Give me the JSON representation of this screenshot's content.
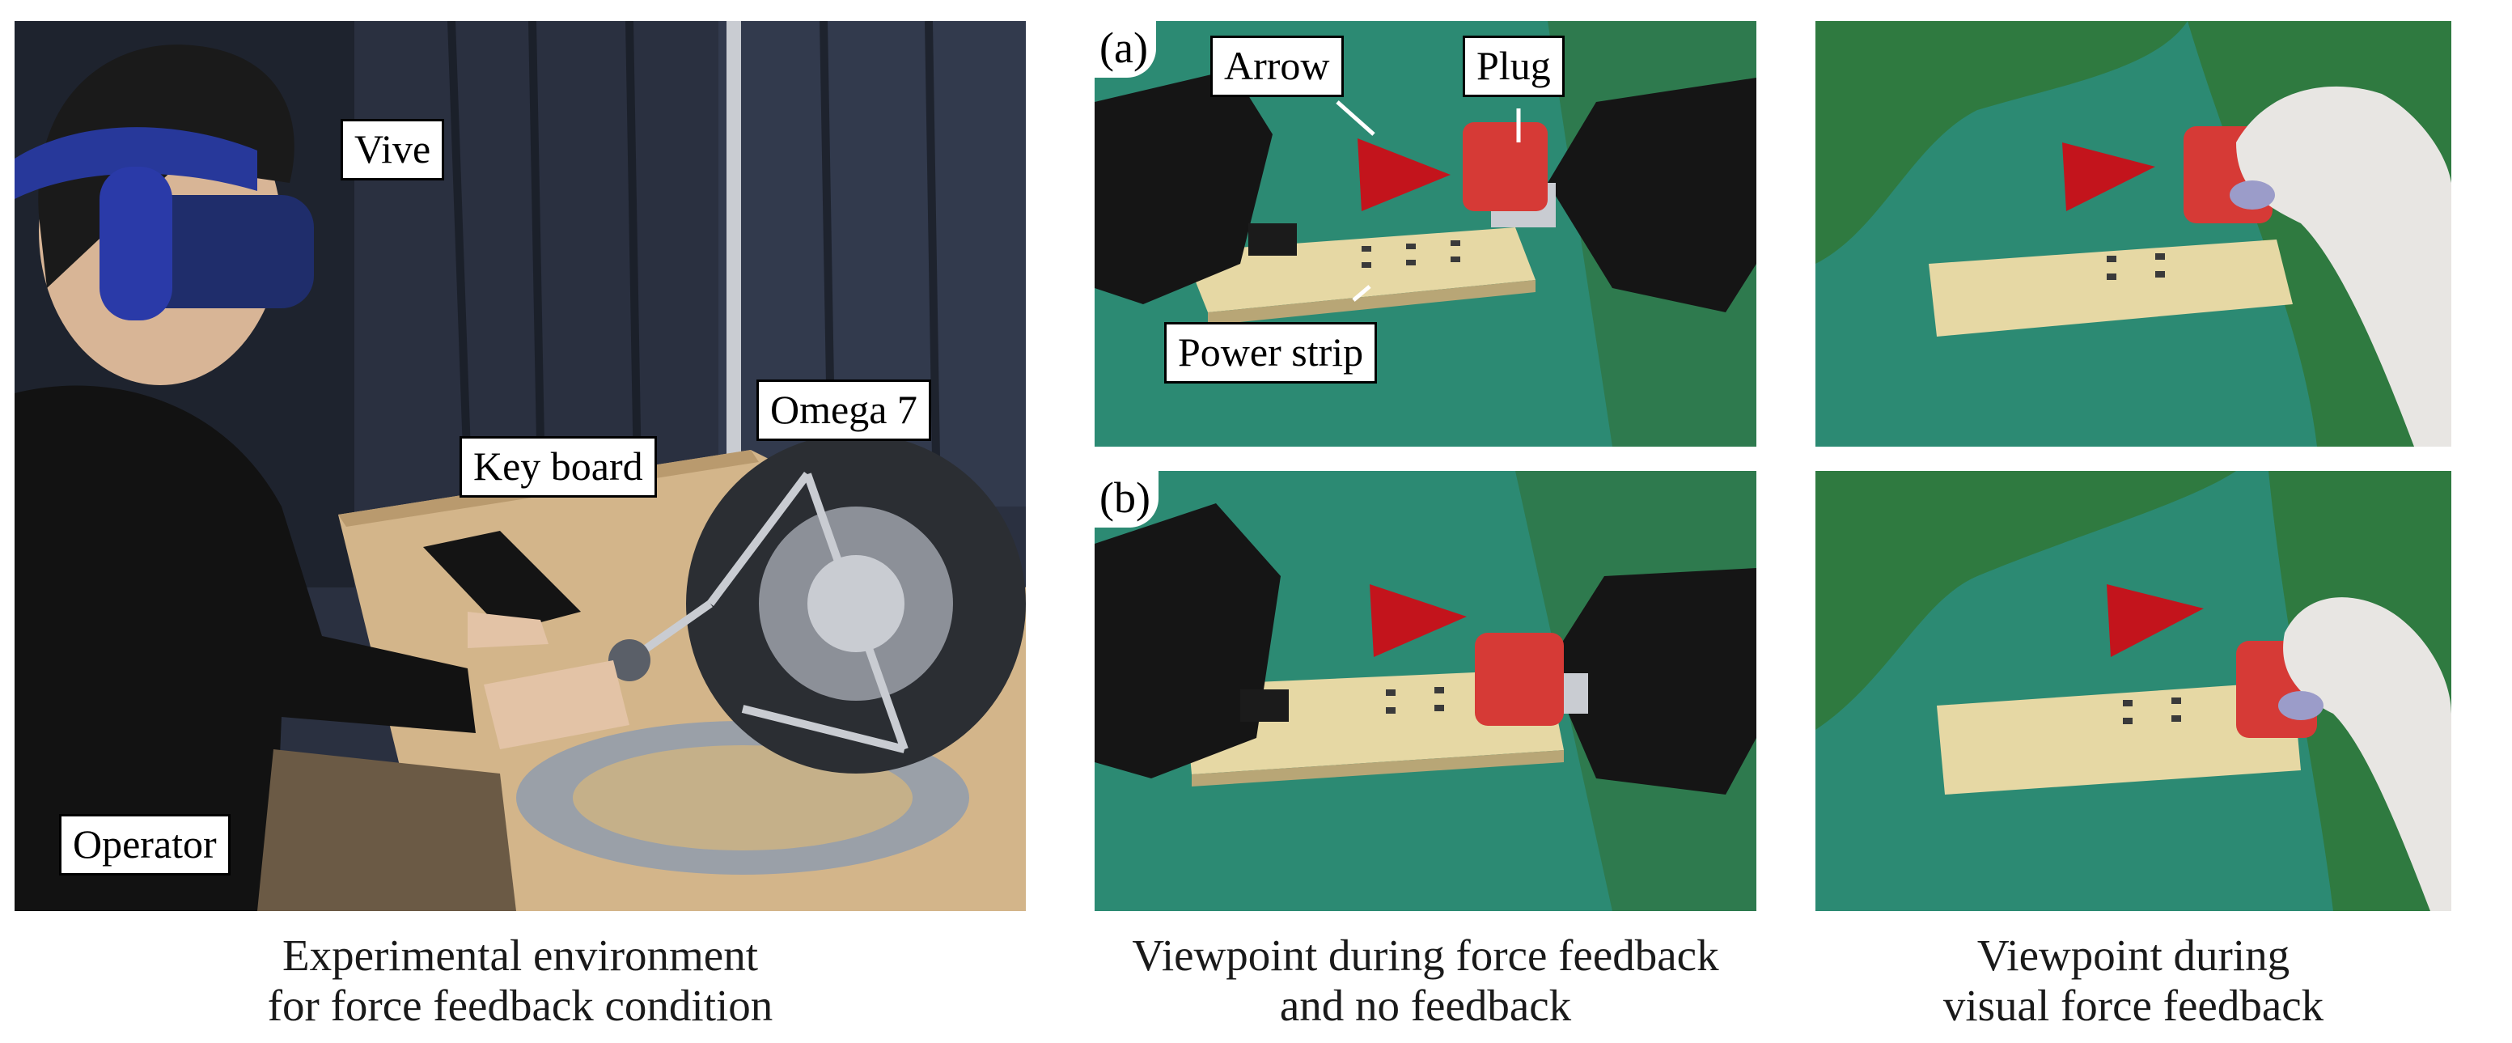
{
  "environment_panel": {
    "labels": {
      "vive": "Vive",
      "omega": "Omega 7",
      "keyboard": "Key board",
      "operator": "Operator"
    }
  },
  "viewpoint_panels": {
    "a": {
      "tag": "(a)",
      "labels": {
        "arrow": "Arrow",
        "plug": "Plug",
        "power_strip": "Power strip"
      }
    },
    "b": {
      "tag": "(b)"
    }
  },
  "captions": {
    "left": [
      "Experimental environment",
      "for force feedback condition"
    ],
    "middle": [
      "Viewpoint during force feedback",
      "and no feedback"
    ],
    "right": [
      "Viewpoint during",
      "visual force feedback"
    ]
  }
}
